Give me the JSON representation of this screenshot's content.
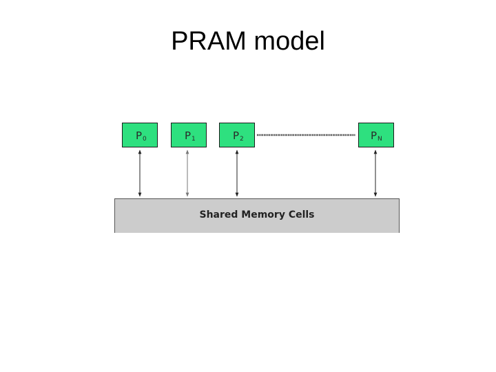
{
  "title": "PRAM model",
  "processors": [
    {
      "letter": "P",
      "index": "0"
    },
    {
      "letter": "P",
      "index": "1"
    },
    {
      "letter": "P",
      "index": "2"
    },
    {
      "letter": "P",
      "index": "N"
    }
  ],
  "memory": {
    "label": "Shared Memory Cells"
  },
  "colors": {
    "processor_fill": "#2ee07f",
    "memory_fill": "#cccccc"
  }
}
